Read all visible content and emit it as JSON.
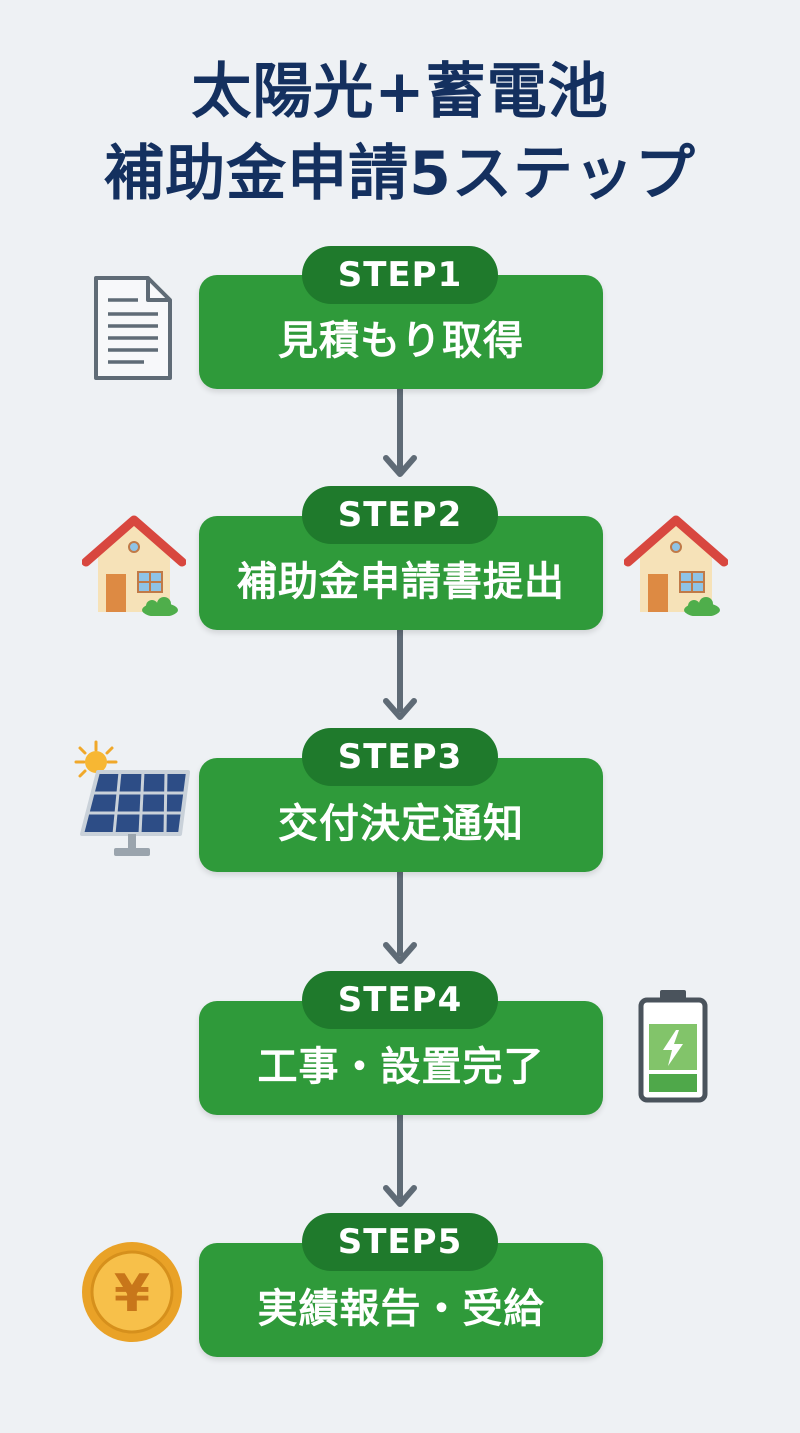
{
  "title": {
    "line1": "太陽光+蓄電池",
    "line2": "補助金申請5ステップ"
  },
  "steps": [
    {
      "tag": "STEP1",
      "label": "見積もり取得"
    },
    {
      "tag": "STEP2",
      "label": "補助金申請書提出"
    },
    {
      "tag": "STEP3",
      "label": "交付決定通知"
    },
    {
      "tag": "STEP4",
      "label": "工事・設置完了"
    },
    {
      "tag": "STEP5",
      "label": "実績報告・受給"
    }
  ],
  "icons": {
    "step1": "document-icon",
    "step2_left": "house-icon",
    "step2_right": "house-icon",
    "step3": "solar-panel-icon",
    "step4": "battery-icon",
    "step5": "yen-coin-icon",
    "coin_symbol": "¥"
  },
  "colors": {
    "title": "#14305f",
    "step_box": "#2f9a3a",
    "step_pill": "#1f7a2c",
    "connector": "#5f6b76",
    "background": "#eef1f4"
  }
}
